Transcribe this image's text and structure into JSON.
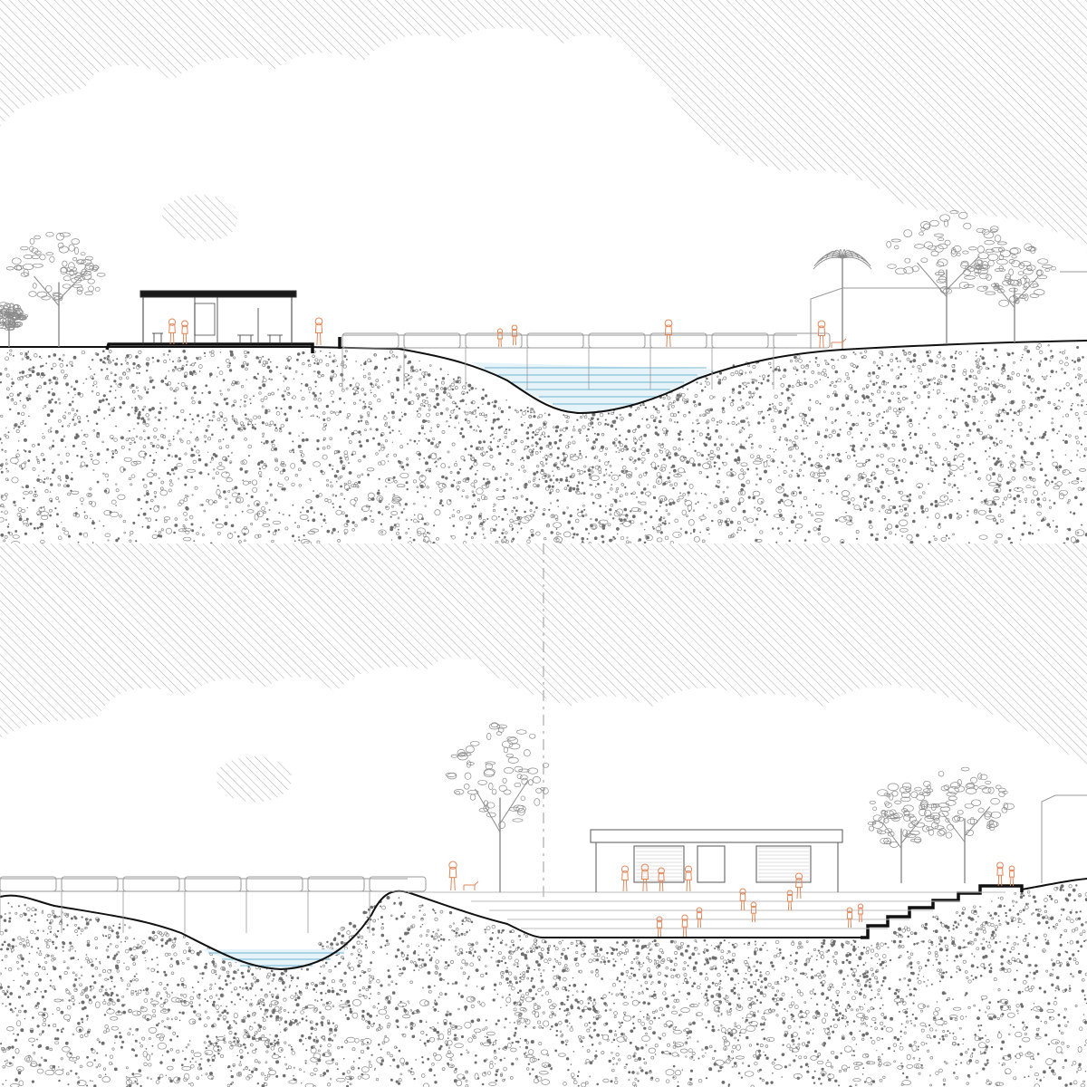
{
  "colors": {
    "background": "#ffffff",
    "hatch": "#a9a9a9",
    "soil_speckle": "#6e6e6e",
    "soil_pebble": "#8a8a8a",
    "ground_line": "#111111",
    "structure": "#1a1a1a",
    "water": "#9ecfe3",
    "water_line": "#6fb3d2",
    "people": "#e0875a",
    "vegetation": "#8c8c8c",
    "railing": "#9a9a9a",
    "steps": "#bdbdbd"
  },
  "sections": [
    {
      "id": "upper-section",
      "elements": [
        "cloud-sky",
        "trees",
        "pavilion",
        "railing-bridge",
        "pond",
        "people",
        "building-outline",
        "soil-fill"
      ]
    },
    {
      "id": "lower-section",
      "elements": [
        "cloud-sky",
        "trees",
        "railing-bridge",
        "pond",
        "pavilion",
        "amphitheater-steps",
        "people",
        "building-outline",
        "soil-fill"
      ]
    }
  ],
  "icons": {
    "tree": "tree-icon",
    "palm": "palm-icon",
    "person": "person-icon",
    "dog": "dog-icon"
  }
}
